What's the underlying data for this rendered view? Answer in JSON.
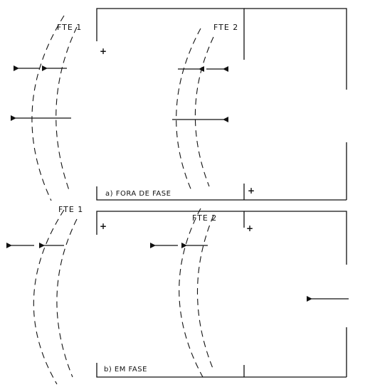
{
  "panels": [
    {
      "caption": "a) FORA DE FASE",
      "left_speaker": {
        "label": "FTE 1",
        "plus": "+",
        "polarity": "normal"
      },
      "right_speaker": {
        "label": "FTE 2",
        "plus": "+",
        "polarity": "reversed"
      }
    },
    {
      "caption": "b) EM FASE",
      "left_speaker": {
        "label": "FTE 1",
        "plus": "+",
        "polarity": "normal"
      },
      "right_speaker": {
        "label": "FTE 2",
        "plus": "+",
        "polarity": "normal"
      }
    }
  ],
  "colors": {
    "ink": "#111111",
    "paper": "#ffffff"
  },
  "icons": [
    "speaker-icon",
    "sine-wave-icon",
    "arrow-left-icon",
    "arrow-right-icon",
    "sound-wave-arc-icon"
  ]
}
